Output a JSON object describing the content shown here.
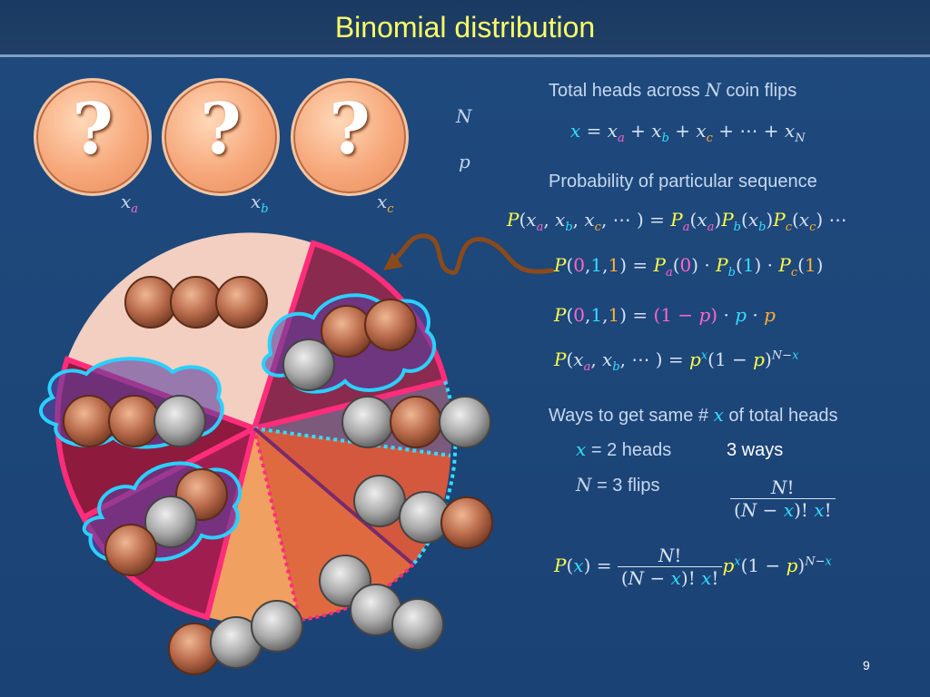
{
  "slide": {
    "title": "Binomial distribution",
    "page_number": "9"
  },
  "coins": {
    "symbol": "?",
    "labels": [
      {
        "base": "x",
        "sub": "a"
      },
      {
        "base": "x",
        "sub": "b"
      },
      {
        "base": "x",
        "sub": "c"
      }
    ]
  },
  "vars": {
    "N": "N",
    "p": "p"
  },
  "sections": {
    "total_heads_pre": "Total heads across",
    "total_heads_N": "N",
    "total_heads_post": "coin flips",
    "probability_sequence": "Probability of particular sequence",
    "ways_pre": "Ways to get same #",
    "ways_x": "x",
    "ways_post": "of total heads",
    "x_heads_var": "x",
    "x_heads_text": "= 2 heads",
    "three_ways": "3 ways",
    "n_flips_var": "N",
    "n_flips_text": "= 3 flips"
  },
  "colors": {
    "title": "#ffff66",
    "background": "#1f4a7e",
    "x_a": "#ff66cc",
    "x_b": "#33ddff",
    "x_c": "#ffb030",
    "p": "#ffff44",
    "highlight_pink": "#ff2d7a",
    "cloud_outline": "#2ad0ff",
    "arrow": "#8b4a1a"
  }
}
